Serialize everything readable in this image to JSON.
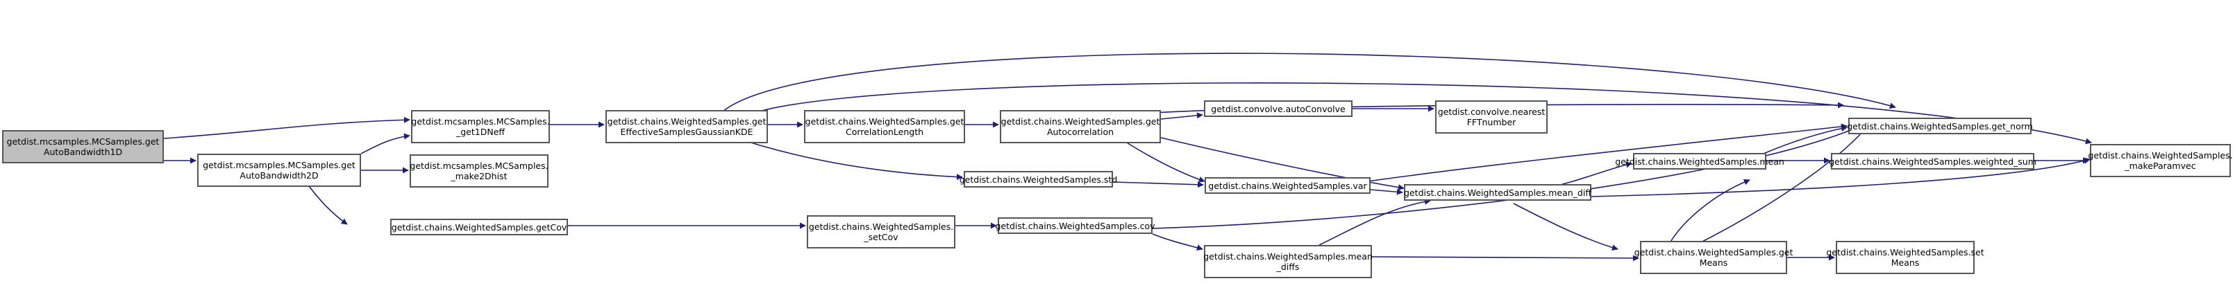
{
  "colors": {
    "edge": "#1f1f6e",
    "node_border": "#555555",
    "root_fill": "#bfbfbf",
    "node_fill": "#ffffff"
  },
  "nodes": {
    "root": {
      "line1": "getdist.mcsamples.MCSamples.get",
      "line2": "AutoBandwidth1D"
    },
    "get1DNeff": {
      "line1": "getdist.mcsamples.MCSamples.",
      "line2": "_get1DNeff"
    },
    "getAutoBandwidth2D": {
      "line1": "getdist.mcsamples.MCSamples.get",
      "line2": "AutoBandwidth2D"
    },
    "make2Dhist": {
      "line1": "getdist.mcsamples.MCSamples.",
      "line2": "_make2Dhist"
    },
    "getCov": {
      "line1": "getdist.chains.WeightedSamples.getCov",
      "line2": ""
    },
    "getEffSamples": {
      "line1": "getdist.chains.WeightedSamples.get",
      "line2": "EffectiveSamplesGaussianKDE"
    },
    "getCorrLength": {
      "line1": "getdist.chains.WeightedSamples.get",
      "line2": "CorrelationLength"
    },
    "std": {
      "line1": "getdist.chains.WeightedSamples.std",
      "line2": ""
    },
    "setCov": {
      "line1": "getdist.chains.WeightedSamples.",
      "line2": "_setCov"
    },
    "getAutocorrelation": {
      "line1": "getdist.chains.WeightedSamples.get",
      "line2": "Autocorrelation"
    },
    "var": {
      "line1": "getdist.chains.WeightedSamples.var",
      "line2": ""
    },
    "cov": {
      "line1": "getdist.chains.WeightedSamples.cov",
      "line2": ""
    },
    "meanDiffs": {
      "line1": "getdist.chains.WeightedSamples.mean",
      "line2": "_diffs"
    },
    "autoConvolve": {
      "line1": "getdist.convolve.autoConvolve",
      "line2": ""
    },
    "nearestFFT": {
      "line1": "getdist.convolve.nearest",
      "line2": "FFTnumber"
    },
    "meanDiff": {
      "line1": "getdist.chains.WeightedSamples.mean_diff",
      "line2": ""
    },
    "mean": {
      "line1": "getdist.chains.WeightedSamples.mean",
      "line2": ""
    },
    "getMeans": {
      "line1": "getdist.chains.WeightedSamples.get",
      "line2": "Means"
    },
    "getNorm": {
      "line1": "getdist.chains.WeightedSamples.get_norm",
      "line2": ""
    },
    "weightedSum": {
      "line1": "getdist.chains.WeightedSamples.weighted_sum",
      "line2": ""
    },
    "setMeans": {
      "line1": "getdist.chains.WeightedSamples.set",
      "line2": "Means"
    },
    "makeParamvec": {
      "line1": "getdist.chains.WeightedSamples.",
      "line2": "_makeParamvec"
    }
  }
}
